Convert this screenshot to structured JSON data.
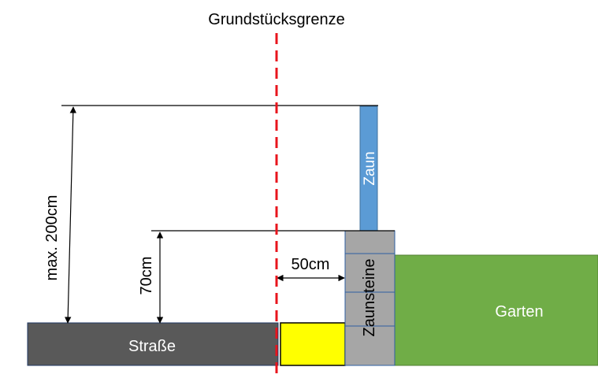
{
  "diagram": {
    "title": "Grundstücksgrenze",
    "labels": {
      "fence": "Zaun",
      "fence_stones": "Zaunsteine",
      "garden": "Garten",
      "street": "Straße",
      "distance": "50cm",
      "stone_height": "70cm",
      "max_height": "max. 200cm"
    },
    "colors": {
      "boundary_line": "#e8141c",
      "fence": "#5b9bd5",
      "fence_stones": "#a6a6a6",
      "garden": "#70ad47",
      "street": "#595959",
      "strip": "#ffff00",
      "dimension_lines": "#000000"
    }
  }
}
